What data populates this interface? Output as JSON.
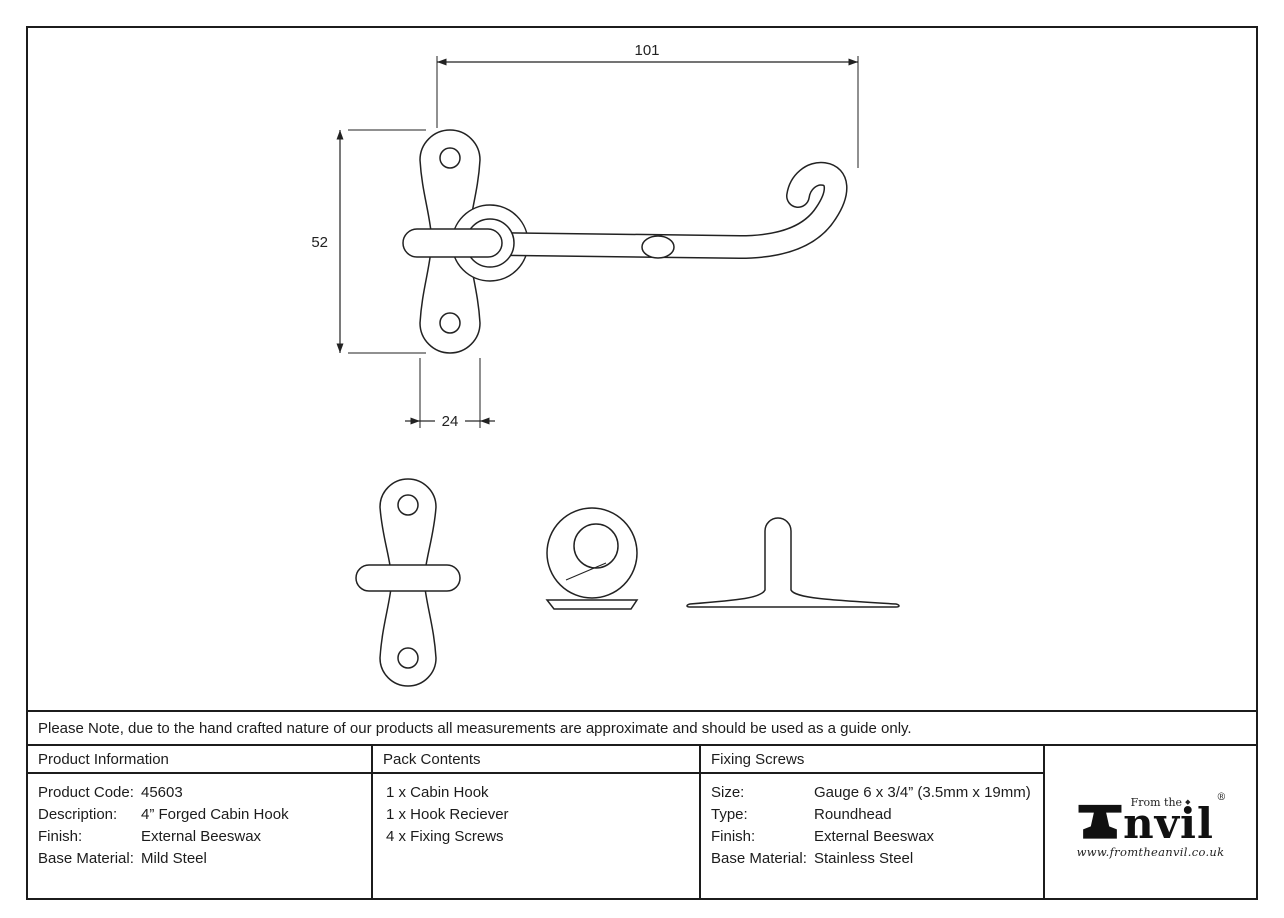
{
  "drawing": {
    "dims": {
      "width_mm": "101",
      "height_mm": "52",
      "plate_mm": "24"
    }
  },
  "note": {
    "text": "Please Note, due to the hand crafted nature of our products all measurements are approximate and should be used as a guide only."
  },
  "product_info": {
    "header": "Product Information",
    "rows": [
      {
        "label": "Product Code:",
        "value": "45603"
      },
      {
        "label": "Description:",
        "value": "4” Forged Cabin Hook"
      },
      {
        "label": "Finish:",
        "value": "External Beeswax"
      },
      {
        "label": "Base Material:",
        "value": "Mild Steel"
      }
    ]
  },
  "pack_contents": {
    "header": "Pack Contents",
    "items": [
      "1 x Cabin Hook",
      "1 x Hook Reciever",
      "4 x Fixing Screws"
    ]
  },
  "fixing_screws": {
    "header": "Fixing Screws",
    "rows": [
      {
        "label": "Size:",
        "value": "Gauge 6 x 3/4” (3.5mm x 19mm)"
      },
      {
        "label": "Type:",
        "value": "Roundhead"
      },
      {
        "label": "Finish:",
        "value": "External Beeswax"
      },
      {
        "label": "Base Material:",
        "value": "Stainless Steel"
      }
    ]
  },
  "logo": {
    "tagline": "From the",
    "diamond_icon": "◆",
    "brand": "nvil",
    "registered": "®",
    "url": "www.fromtheanvil.co.uk"
  }
}
